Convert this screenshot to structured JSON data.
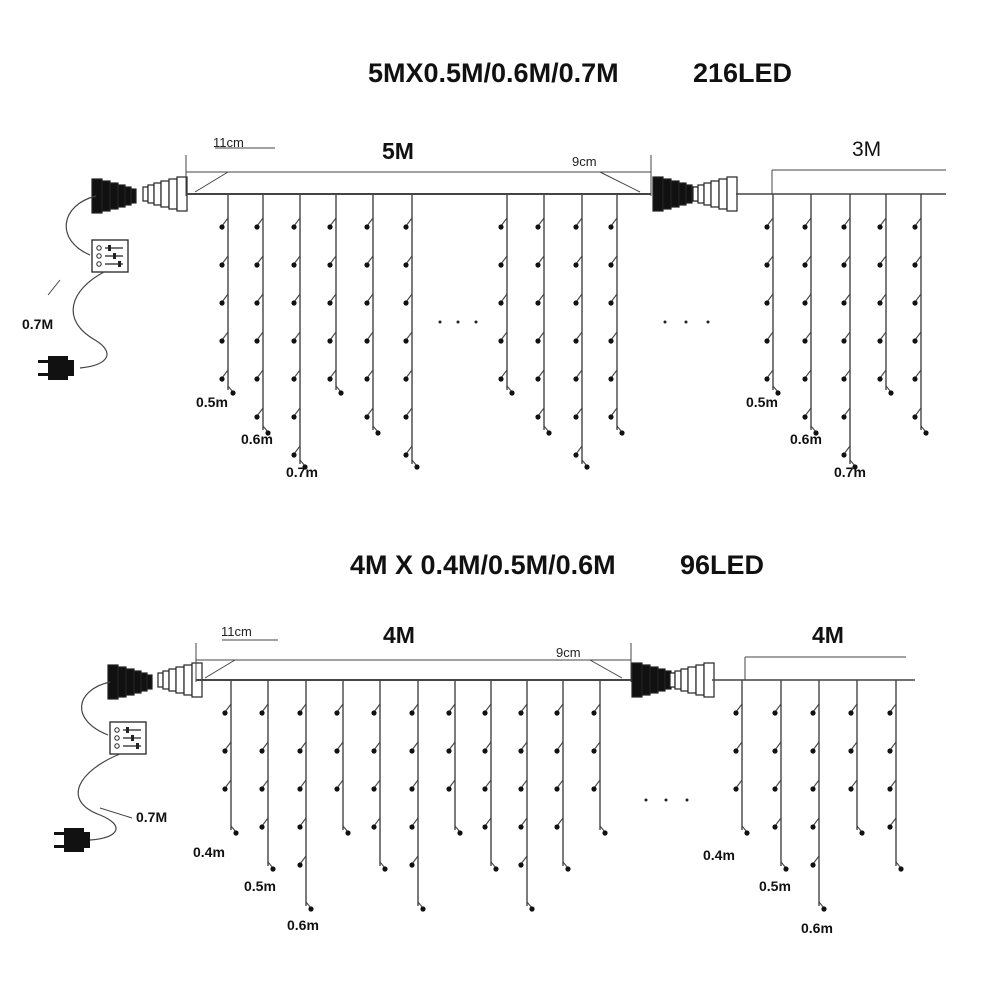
{
  "top": {
    "title_dim": "5MX0.5M/0.6M/0.7M",
    "title_led": "216LED",
    "main_length": "5M",
    "ext_length": "3M",
    "lead_left": "11cm",
    "lead_right": "9cm",
    "cable_length": "0.7M",
    "drops_main": [
      "0.5m",
      "0.6m",
      "0.7m"
    ],
    "drops_ext": [
      "0.5m",
      "0.6m",
      "0.7m"
    ]
  },
  "bottom": {
    "title_dim": "4M X 0.4M/0.5M/0.6M",
    "title_led": "96LED",
    "main_length": "4M",
    "ext_length": "4M",
    "lead_left": "11cm",
    "lead_right": "9cm",
    "cable_length": "0.7M",
    "drops_main": [
      "0.4m",
      "0.5m",
      "0.6m"
    ],
    "drops_ext": [
      "0.4m",
      "0.5m",
      "0.6m"
    ]
  },
  "icons": [
    "power-plug-icon",
    "controller-box-icon",
    "connector-icon"
  ]
}
